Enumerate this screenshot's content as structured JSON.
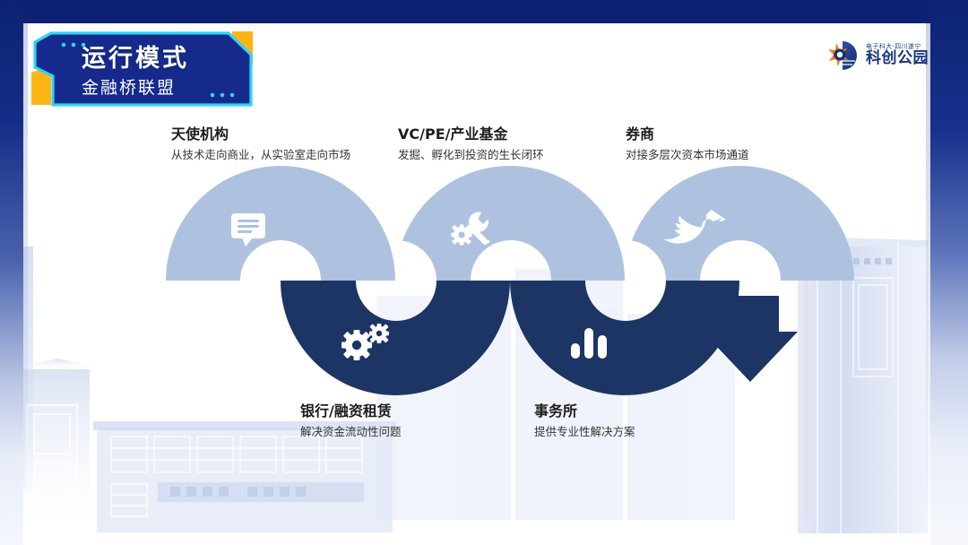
{
  "banner": {
    "title": "运行模式",
    "subtitle": "金融桥联盟",
    "accent_navy": "#152a8c",
    "accent_cyan": "#2fd3f5",
    "accent_yellow": "#fcb515"
  },
  "logo": {
    "small_text": "电子科大·四川遂宁",
    "big_text": "科创公园",
    "mark_icon": "star-shield-logo-icon",
    "color_blue": "#16357d",
    "color_orange": "#f07c23"
  },
  "colors": {
    "light_blue": "#aec2e0",
    "dark_navy": "#1c3564",
    "arrow": "#1c3564",
    "page_bg": "#ffffff",
    "frame_navy": "#0d2272"
  },
  "diagram": {
    "type": "wave-process",
    "arrow_icon": "down-arrow-icon",
    "nodes": [
      {
        "id": "angel",
        "position": "top",
        "title": "天使机构",
        "desc": "从技术走向商业，从实验室走向市场",
        "icon": "speech-bubble-icon",
        "fill": "#aec2e0"
      },
      {
        "id": "bank",
        "position": "bottom",
        "title": "银行/融资租赁",
        "desc": "解决资金流动性问题",
        "icon": "gears-icon",
        "fill": "#1c3564"
      },
      {
        "id": "vcpe",
        "position": "top",
        "title": "VC/PE/产业基金",
        "desc": "发掘、孵化到投资的生长闭环",
        "icon": "wrench-gear-icon",
        "fill": "#aec2e0"
      },
      {
        "id": "firm",
        "position": "bottom",
        "title": "事务所",
        "desc": "提供专业性解决方案",
        "icon": "bar-chart-icon",
        "fill": "#1c3564"
      },
      {
        "id": "broker",
        "position": "top",
        "title": "券商",
        "desc": "对接多层次资本市场通道",
        "icon": "bird-icon",
        "fill": "#aec2e0"
      }
    ]
  },
  "background": {
    "watermark": "campus-building-illustration"
  }
}
